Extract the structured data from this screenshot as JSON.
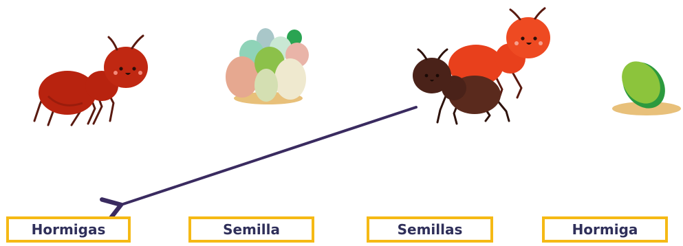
{
  "options": [
    {
      "id": "hormigas",
      "label": "Hormigas"
    },
    {
      "id": "semilla",
      "label": "Semilla"
    },
    {
      "id": "semillas",
      "label": "Semillas"
    },
    {
      "id": "hormiga",
      "label": "Hormiga"
    }
  ],
  "pictures": [
    "ant-icon",
    "seeds-pile-icon",
    "two-ants-icon",
    "single-seed-icon"
  ],
  "connection": {
    "from_picture": "two-ants-icon",
    "to_option": "hormigas"
  },
  "colors": {
    "box_border": "#f5b915",
    "label_text": "#2f2f5a",
    "arrow": "#3a2b60",
    "ant_red": "#b8230f",
    "ant_orange": "#e8401c",
    "ant_brown": "#4a2219"
  }
}
